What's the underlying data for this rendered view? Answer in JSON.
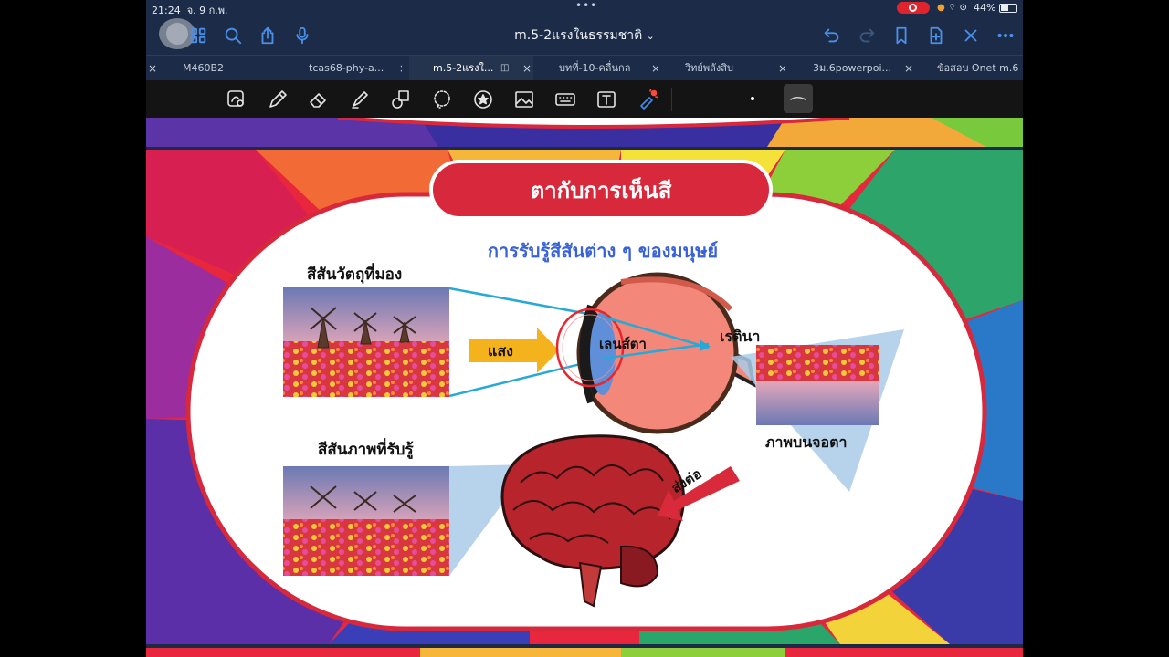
{
  "status_bar": {
    "time": "21:24",
    "date": "จ. 9 ก.พ.",
    "battery": "44%",
    "indicators": [
      "recording-icon",
      "wifi-icon",
      "lock-rotation-icon"
    ]
  },
  "nav": {
    "title": "m.5-2แรงในธรรมชาติ",
    "title_chevron": "⌄",
    "left_icons": [
      "back-icon",
      "grid-icon",
      "search-icon",
      "share-icon",
      "microphone-icon"
    ],
    "right_icons": [
      "undo-icon",
      "redo-icon",
      "bookmark-icon",
      "add-page-icon",
      "close-icon",
      "more-icon"
    ]
  },
  "tabs": [
    {
      "label": "M460B2"
    },
    {
      "label": "tcas68-phy-a..."
    },
    {
      "label": "m.5-2แรงใ..."
    },
    {
      "label": "บทที่-10-คลื่นกล"
    },
    {
      "label": "วิทย์พลังสิบ"
    },
    {
      "label": "3ม.6powerpoi..."
    },
    {
      "label": "ข้อสอบ Onet m.6"
    }
  ],
  "toolbar": {
    "tools": [
      "lasso-scan-icon",
      "pen-icon",
      "eraser-icon",
      "highlighter-icon",
      "shapes-icon",
      "lasso-icon",
      "sticker-icon",
      "image-icon",
      "keyboard-icon",
      "text-box-icon",
      "laser-pointer-icon"
    ],
    "selected_stroke": "thin-line-icon"
  },
  "slide": {
    "title": "ตากับการเห็นสี",
    "subtitle": "การรับรู้สีสันต่าง ๆ ของมนุษย์",
    "object_color_label": "สีสันวัตถุที่มอง",
    "perceived_color_label": "สีสันภาพที่รับรู้",
    "light_label": "แสง",
    "lens_label": "เลนส์ตา",
    "retina_label": "เรตินา",
    "retina_image_label": "ภาพบนจอตา",
    "send_label": "ส่งต่อ",
    "colors": {
      "title_banner": "#d7283c",
      "subtitle": "#3a62d8",
      "arrow_light": "#f4b21c",
      "arrow_send": "#d92a3c",
      "eye": "#f3877a",
      "brain": "#b8242c"
    }
  }
}
